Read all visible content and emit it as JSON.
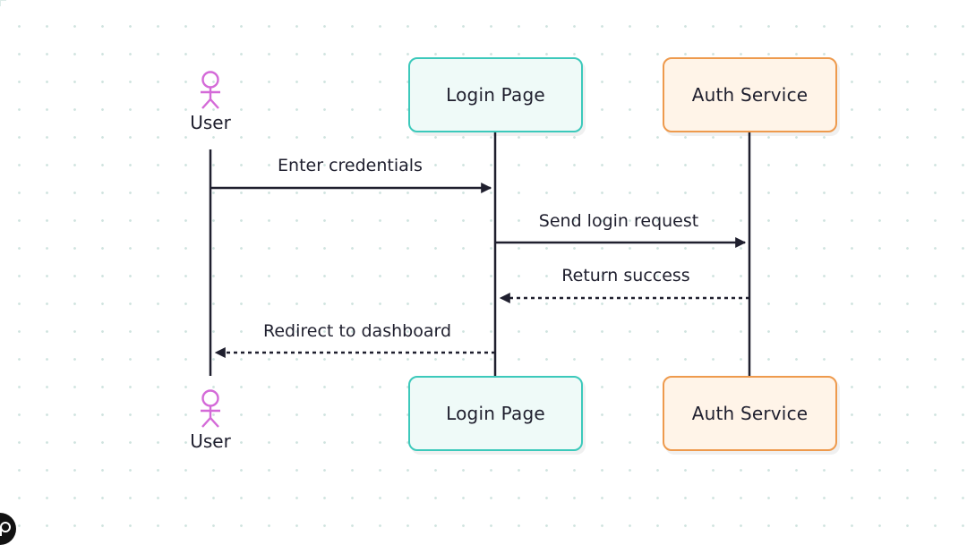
{
  "participants": {
    "user": {
      "label": "User",
      "icon": "stick-figure-icon",
      "color": "#d46ad8"
    },
    "login_page": {
      "label": "Login Page",
      "border": "#3cc9bb",
      "fill": "#effaf8"
    },
    "auth_service": {
      "label": "Auth Service",
      "border": "#ee9a4d",
      "fill": "#fff4e8"
    }
  },
  "messages": [
    {
      "from": "user",
      "to": "login_page",
      "label": "Enter credentials",
      "style": "solid"
    },
    {
      "from": "login_page",
      "to": "auth_service",
      "label": "Send login request",
      "style": "solid"
    },
    {
      "from": "auth_service",
      "to": "login_page",
      "label": "Return success",
      "style": "dashed"
    },
    {
      "from": "login_page",
      "to": "user",
      "label": "Redirect to dashboard",
      "style": "dashed"
    }
  ],
  "colors": {
    "line": "#1f1f2e",
    "grid": "#cfe3df"
  }
}
